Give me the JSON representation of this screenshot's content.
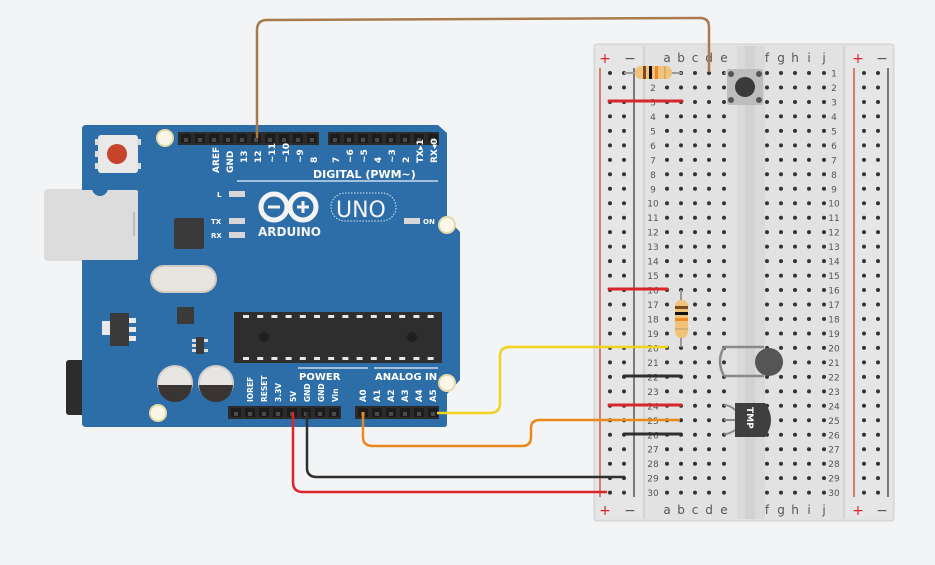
{
  "canvas": {
    "background": "#f3f4f6"
  },
  "arduino": {
    "logo_text": "ARDUINO",
    "model": "UNO",
    "digital_header_label": "DIGITAL (PWM~)",
    "digital_pins": [
      "AREF",
      "GND",
      "13",
      "12",
      "~11",
      "~10",
      "~9",
      "8",
      "7",
      "~6",
      "~5",
      "4",
      "~3",
      "2",
      "TX▸1",
      "RX◂0"
    ],
    "power_header_label": "POWER",
    "power_pins": [
      "IOREF",
      "RESET",
      "3.3V",
      "5V",
      "GND",
      "GND",
      "Vin"
    ],
    "analog_header_label": "ANALOG IN",
    "analog_pins": [
      "A0",
      "A1",
      "A2",
      "A3",
      "A4",
      "A5"
    ],
    "led_labels": {
      "l": "L",
      "tx": "TX",
      "rx": "RX",
      "on": "ON"
    },
    "colors": {
      "board": "#2d6ea8",
      "reset": "#c5442b"
    }
  },
  "breadboard": {
    "columns_left": [
      "a",
      "b",
      "c",
      "d",
      "e"
    ],
    "columns_right": [
      "f",
      "g",
      "h",
      "i",
      "j"
    ],
    "rows": 30,
    "rail_plus": "+",
    "rail_minus": "−"
  },
  "components": {
    "pushbutton": {
      "name": "Pushbutton"
    },
    "resistor_top": {
      "name": "Resistor"
    },
    "resistor_mid": {
      "name": "Resistor"
    },
    "photoresistor_or_cap": {
      "name": "Ceramic component"
    },
    "temp_sensor": {
      "label": "TMP"
    }
  },
  "wires": {
    "colors": {
      "brown": "#a97a4c",
      "red": "#d9262b",
      "black": "#2f2f2f",
      "yellow": "#f1d21c",
      "orange": "#e8891c"
    }
  }
}
